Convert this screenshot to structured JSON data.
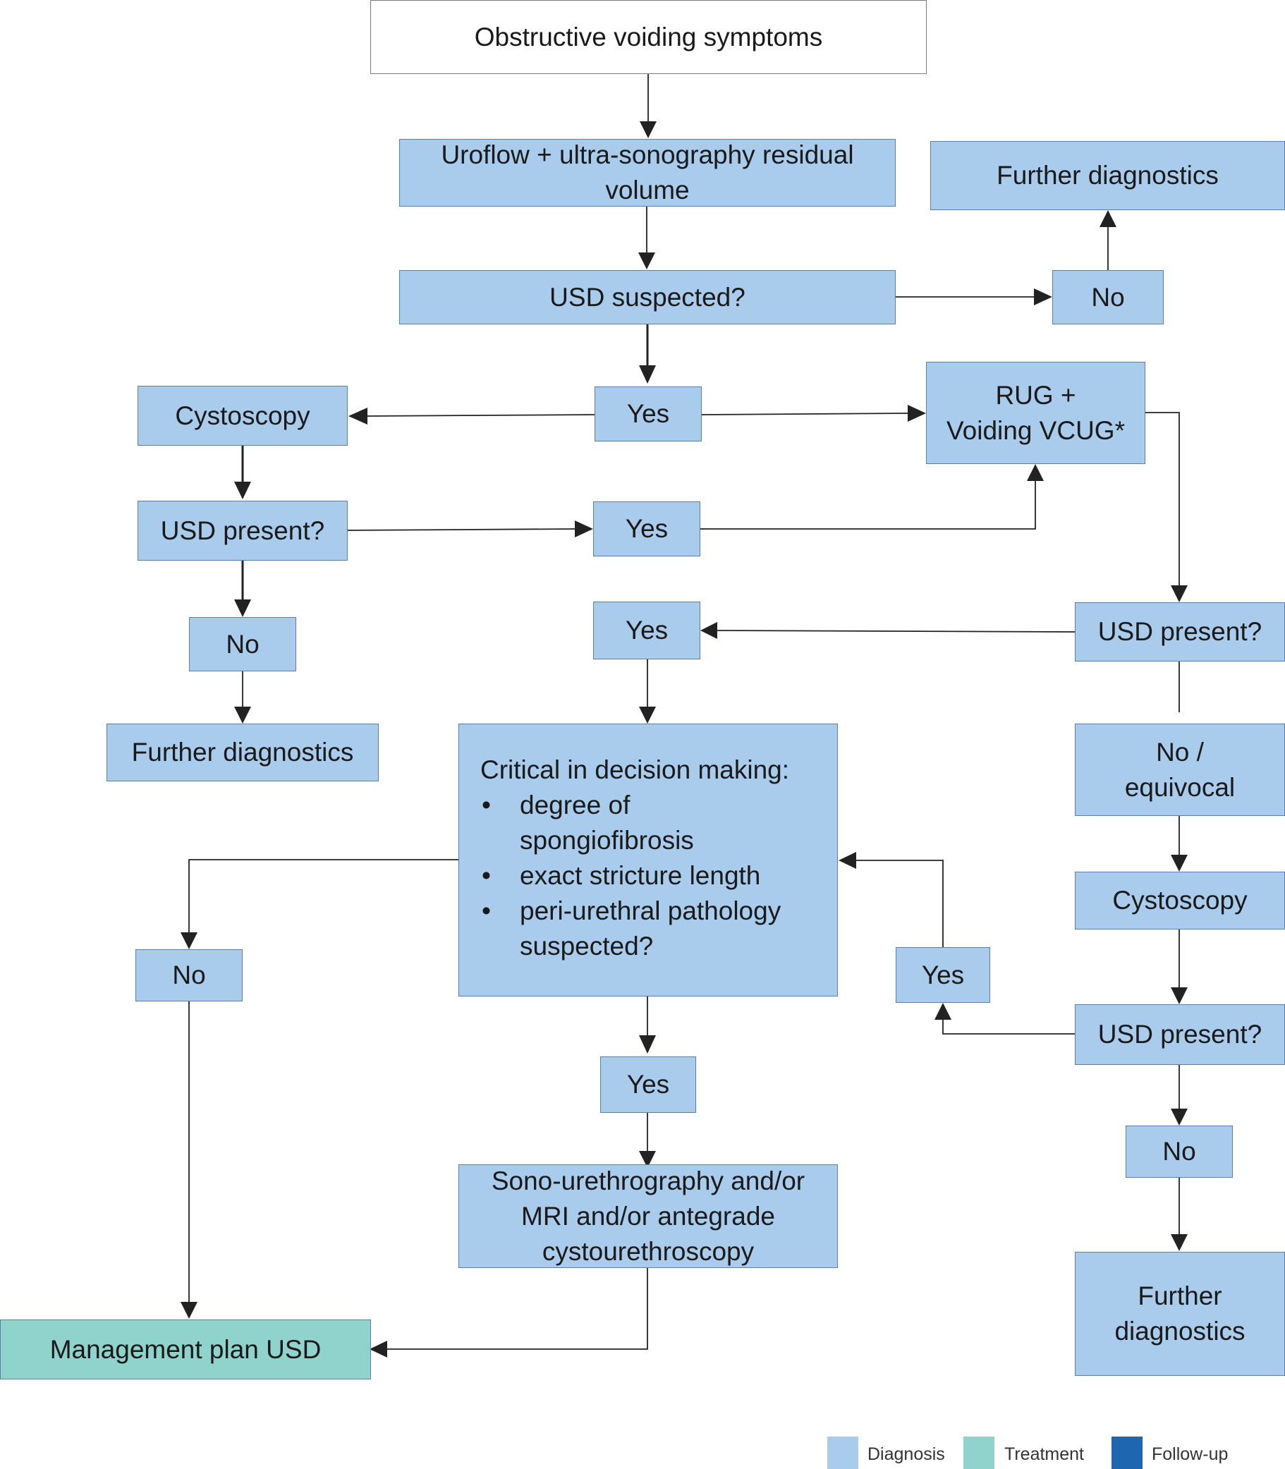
{
  "nodes": {
    "start": "Obstructive voiding symptoms",
    "uroflow": "Uroflow + ultra-sonography residual volume",
    "usd_suspected": "USD suspected?",
    "no_top": "No",
    "further_top": "Further diagnostics",
    "yes_1": "Yes",
    "cystoscopy_left": "Cystoscopy",
    "rug_line1": "RUG +",
    "rug_line2": "Voiding VCUG*",
    "usd_present_left": "USD present?",
    "yes_2": "Yes",
    "no_left": "No",
    "further_left": "Further diagnostics",
    "usd_present_right1": "USD present?",
    "yes_3": "Yes",
    "critical_title": "Critical in decision making:",
    "critical_items": [
      "degree of spongiofibrosis",
      "exact stricture length",
      "peri-urethral pathology suspected?"
    ],
    "no_equivocal_line1": "No /",
    "no_equivocal_line2": "equivocal",
    "cystoscopy_right": "Cystoscopy",
    "no_mid_left": "No",
    "yes_4": "Yes",
    "usd_present_right2": "USD present?",
    "yes_5": "Yes",
    "no_right": "No",
    "sono": "Sono-urethrography and/or MRI and/or antegrade cystourethroscopy",
    "management": "Management plan USD",
    "further_right_line1": "Further",
    "further_right_line2": "diagnostics"
  },
  "legend": [
    {
      "label": "Diagnosis",
      "color": "#a9cbec"
    },
    {
      "label": "Treatment",
      "color": "#8fd3cc"
    },
    {
      "label": "Follow-up",
      "color": "#1f66b0"
    }
  ],
  "colors": {
    "diagnosis": "#a9cbec",
    "treatment": "#8fd3cc",
    "follow_up": "#1f66b0",
    "connector": "#222222"
  }
}
